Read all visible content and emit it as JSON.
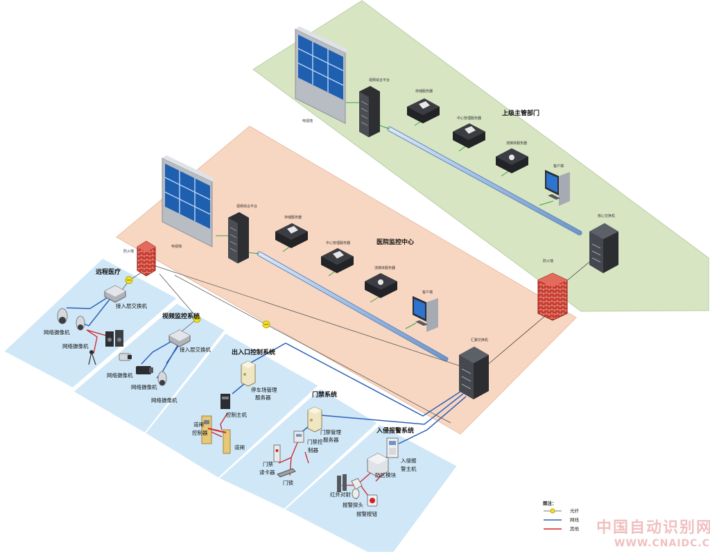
{
  "zones": {
    "superior": "上级主管部门",
    "hospital_center": "医院监控中心",
    "telemedicine": "远程医疗",
    "video_system": "视频监控系统",
    "access_control_system": "出入口控制系统",
    "door_system": "门禁系统",
    "intrusion_system": "入侵报警系统"
  },
  "superior": {
    "video_wall": "电视墙",
    "video_platform": "视频综合平台",
    "storage_server": "存储服务器",
    "central_mgmt_server": "中心管理服务器",
    "streaming_server": "流媒体服务器",
    "client": "客户端",
    "core_switch": "核心交换机"
  },
  "hospital": {
    "video_wall": "电视墙",
    "video_platform": "视频综合平台",
    "storage_server": "存储服务器",
    "central_mgmt_server": "中心管理服务器",
    "streaming_server": "流媒体服务器",
    "client": "客户端",
    "aggregation_switch": "汇聚交换机"
  },
  "firewalls": {
    "upper": "防火墙",
    "left": "防火墙"
  },
  "telemedicine": {
    "access_switch": "接入层交换机",
    "camera_1": "网络摄像机",
    "camera_2": "网络摄像机"
  },
  "video": {
    "access_switch": "接入层交换机",
    "camera_1": "网络摄像机",
    "camera_2": "网络摄像机",
    "camera_3": "网络摄像机"
  },
  "access": {
    "parking_server_1": "停车场管理",
    "parking_server_2": "服务器",
    "controller": "控制主机",
    "barrier_ctrl_1": "道闸",
    "barrier_ctrl_2": "控制器",
    "barrier": "道闸"
  },
  "door": {
    "mgmt_server_1": "门禁管理",
    "mgmt_server_2": "服务器",
    "controller_1": "门禁控",
    "controller_2": "制器",
    "reader_1": "门禁",
    "reader_2": "读卡器",
    "lock": "门锁"
  },
  "intrusion": {
    "host_1": "入侵报",
    "host_2": "警主机",
    "zone_module": "防区模块",
    "ir_beam": "红外对射",
    "detector": "报警探头",
    "button": "报警按钮"
  },
  "legend": {
    "title": "图注：",
    "fiber": "光纤",
    "network": "网线",
    "other": "其他"
  },
  "watermark": {
    "cn": "中国自动识别网",
    "en": "WWW.CNAIDC.COM"
  },
  "colors": {
    "superior_zone": "#d7e5c3",
    "hospital_zone": "#f8d7c2",
    "subsystem_zone": "#cfe7f7",
    "fiber_yellow": "#f2e22a",
    "network_blue": "#2b5fb8",
    "other_red": "#d0202a",
    "backbone": "#a9c4e6"
  }
}
